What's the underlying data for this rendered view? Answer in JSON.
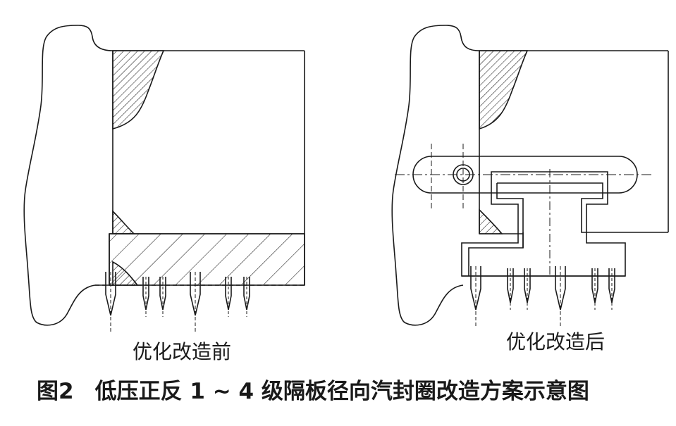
{
  "labels": {
    "before": "优化改造前",
    "after": "优化改造后"
  },
  "caption": {
    "number": "图2",
    "title": "低压正反 1 ~ 4 级隔板径向汽封圈改造方案示意图"
  }
}
